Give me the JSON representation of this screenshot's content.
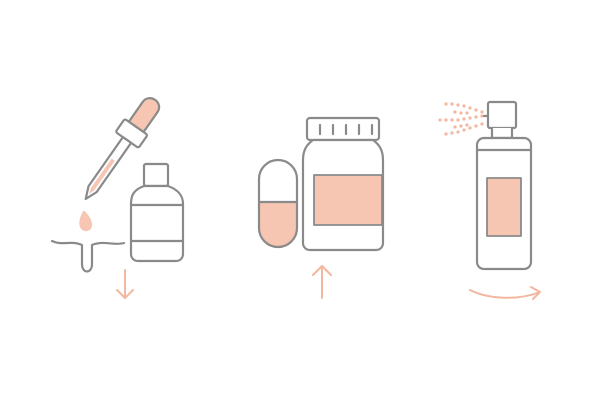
{
  "colors": {
    "outline": "#8a8a8a",
    "accent": "#f6c6b3",
    "arrow": "#f3b69f",
    "background": "#ffffff"
  },
  "icons": [
    {
      "name": "dropper-serum-bottle-icon",
      "direction": "down"
    },
    {
      "name": "capsule-supplement-jar-icon",
      "direction": "up"
    },
    {
      "name": "spray-bottle-icon",
      "direction": "right-arc"
    }
  ]
}
